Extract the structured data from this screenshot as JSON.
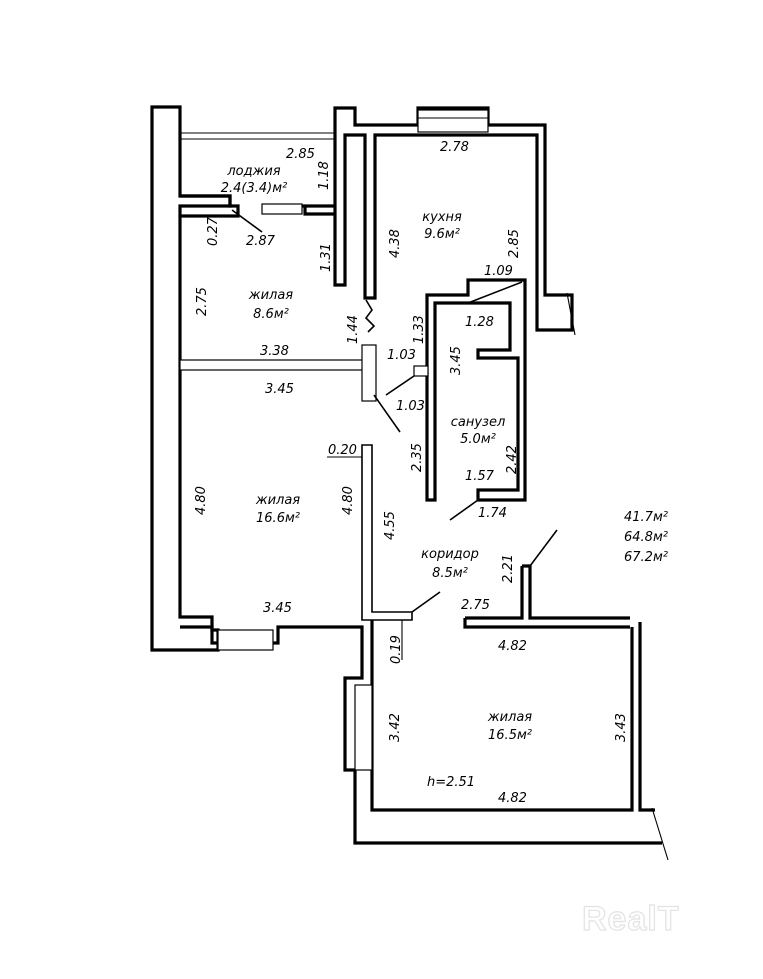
{
  "rooms": [
    {
      "name": "лоджия",
      "area": "2.4(3.4)м²"
    },
    {
      "name": "кухня",
      "area": "9.6м²"
    },
    {
      "name": "жилая",
      "area": "8.6м²"
    },
    {
      "name": "санузел",
      "area": "5.0м²"
    },
    {
      "name": "жилая",
      "area": "16.6м²"
    },
    {
      "name": "коридор",
      "area": "8.5м²"
    },
    {
      "name": "жилая",
      "area": "16.5м²"
    }
  ],
  "dimensions": {
    "loggia_width": "2.85",
    "loggia_depth": "1.18",
    "loggia_door": "2.87",
    "wall_027": "0.27",
    "kitchen_width": "2.78",
    "kitchen_left": "4.38",
    "kitchen_right": "2.85",
    "kitchen_step": "1.09",
    "bedroom1_height": "2.75",
    "bedroom1_wall": "1.31",
    "bedroom1_width": "3.38",
    "opening_144": "1.44",
    "door_133": "1.33",
    "door_103a": "1.03",
    "door_103b": "1.03",
    "bath_top": "1.28",
    "bath_left": "3.45",
    "bath_right": "2.42",
    "bath_bottom": "1.57",
    "bath_outer": "1.74",
    "corridor_235": "2.35",
    "living_top": "3.45",
    "living_left": "4.80",
    "living_right": "4.80",
    "living_bottom": "3.45",
    "wall_020": "0.20",
    "corridor_left": "4.55",
    "corridor_221": "2.21",
    "corridor_275": "2.75",
    "wall_019": "0.19",
    "room3_top": "4.82",
    "room3_left": "3.42",
    "room3_right": "3.43",
    "room3_bottom": "4.82",
    "ceiling_height": "h=2.51"
  },
  "totals": [
    "41.7м²",
    "64.8м²",
    "67.2м²"
  ],
  "watermark": "RealT"
}
